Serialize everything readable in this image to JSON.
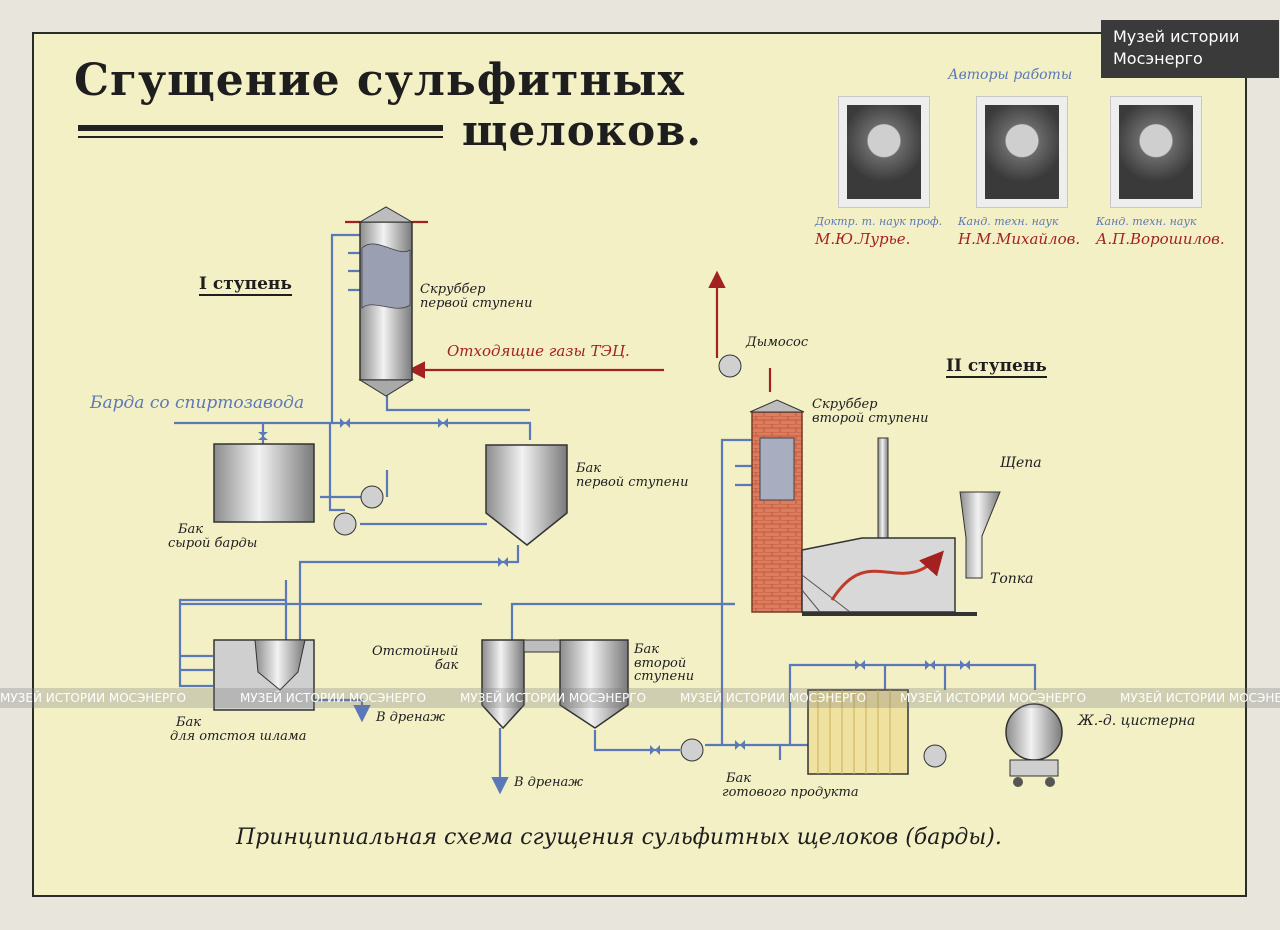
{
  "title": {
    "line1": "Сгущение сульфитных",
    "line2": "щелоков."
  },
  "museum_label": {
    "line1": "Музей истории",
    "line2": "Мосэнерго"
  },
  "authors": {
    "caption": "Авторы работы",
    "people": [
      {
        "degree": "Доктр. т. наук проф.",
        "name": "М.Ю.Лурье."
      },
      {
        "degree": "Канд. техн. наук",
        "name": "Н.М.Михайлов."
      },
      {
        "degree": "Канд. техн. наук",
        "name": "А.П.Ворошилов."
      }
    ]
  },
  "stages": {
    "first": "I ступень",
    "second": "II ступень"
  },
  "labels": {
    "scrubber1": [
      "Скруббер",
      "первой ступени"
    ],
    "flue_gases": "Отходящие газы ТЭЦ.",
    "barda_in": "Барда со спиртозавода",
    "raw_tank": [
      "Бак",
      "сырой барды"
    ],
    "tank1": [
      "Бак",
      "первой ступени"
    ],
    "exhauster": "Дымосос",
    "scrubber2": [
      "Скруббер",
      "второй ступени"
    ],
    "chips": "Щепа",
    "furnace": "Топка",
    "settling_tank": [
      "Отстойный",
      "бак"
    ],
    "tank2": [
      "Бак",
      "второй",
      "ступени"
    ],
    "sludge_tank": [
      "Бак",
      "для отстоя шлама"
    ],
    "drain1": "В дренаж",
    "drain2": "В дренаж",
    "product_tank": [
      "Бак",
      "готового продукта"
    ],
    "rail_tank": "Ж.-д. цистерна"
  },
  "caption": "Принципиальная схема сгущения сульфитных щелоков (барды).",
  "watermark": "МУЗЕЙ ИСТОРИИ МОСЭНЕРГО",
  "colors": {
    "water_pipe": "#5b78b8",
    "gas_pipe": "#a42121",
    "brick": "#d9775a",
    "tank": "#c9c9c9",
    "paper": "#f3f0c6"
  }
}
